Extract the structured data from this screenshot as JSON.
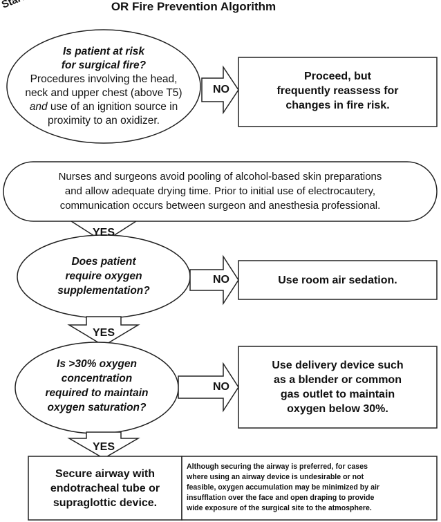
{
  "title": "OR Fire Prevention Algorithm",
  "start_label": "Start Here",
  "q1": {
    "question_line1": "Is patient at risk",
    "question_line2": "for surgical fire?",
    "detail_line1": "Procedures involving the head,",
    "detail_line2": "neck and upper chest (above T5)",
    "detail_line3_em": "and",
    "detail_line3_rest": " use of an ignition source in",
    "detail_line4": "proximity to an oxidizer."
  },
  "no_label": "NO",
  "yes_label": "YES",
  "out1": [
    "Proceed, but",
    "frequently reassess for",
    "changes in fire risk."
  ],
  "prep_note": [
    "Nurses and surgeons avoid pooling of alcohol-based skin preparations",
    "and allow adequate drying time. Prior to initial use of electrocautery,",
    "communication occurs between surgeon and anesthesia professional."
  ],
  "q2": [
    "Does patient",
    "require oxygen",
    "supplementation?"
  ],
  "out2": "Use room air sedation.",
  "q3": [
    "Is >30% oxygen",
    "concentration",
    "required to maintain",
    "oxygen saturation?"
  ],
  "out3": [
    "Use delivery device such",
    "as a blender or common",
    "gas outlet to maintain",
    "oxygen below 30%."
  ],
  "secure": [
    "Secure airway with",
    "endotracheal tube or",
    "supraglottic device."
  ],
  "airway_note": [
    "Although securing the airway is preferred, for cases",
    "where using an airway device is undesirable or not",
    "feasible, oxygen accumulation may be minimized by air",
    "insufflation over the face and open draping to provide",
    "wide exposure of the surgical site to the atmosphere."
  ]
}
